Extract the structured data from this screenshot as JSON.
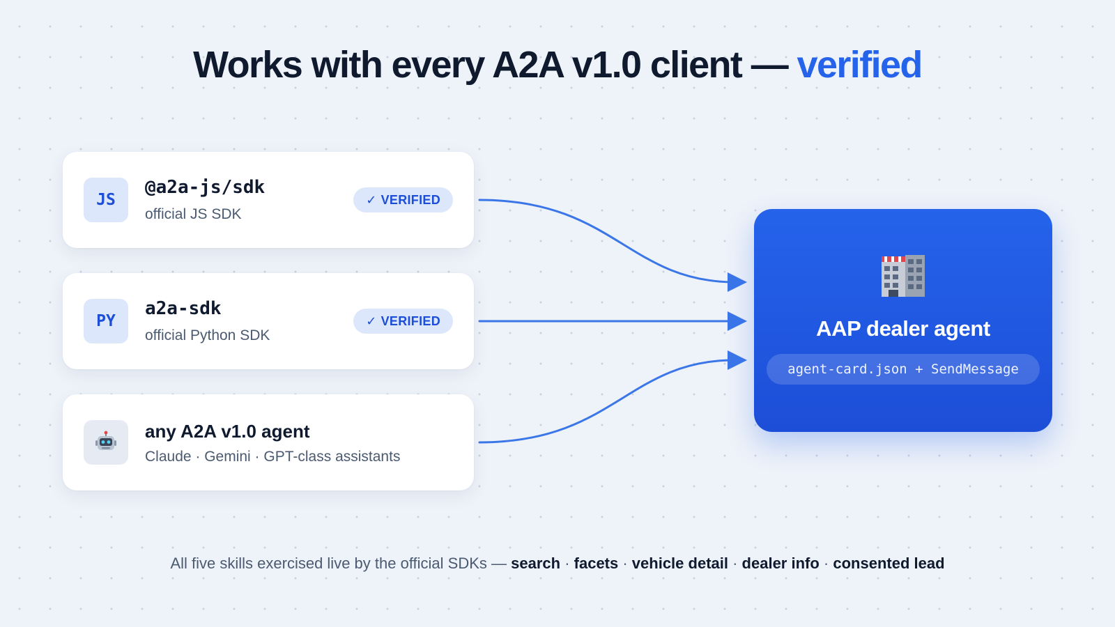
{
  "title": {
    "main": "Works with every A2A v1.0 client — ",
    "accent": "verified"
  },
  "clients": [
    {
      "icon_text": "JS",
      "name": "@a2a-js/sdk",
      "subtitle": "official JS SDK",
      "badge": "VERIFIED"
    },
    {
      "icon_text": "PY",
      "name": "a2a-sdk",
      "subtitle": "official Python SDK",
      "badge": "VERIFIED"
    },
    {
      "icon": "robot-icon",
      "name": "any A2A v1.0 agent",
      "subtitle": "Claude · Gemini · GPT-class assistants"
    }
  ],
  "target": {
    "icon": "office-building-icon",
    "title": "AAP dealer agent",
    "detail": "agent-card.json + SendMessage"
  },
  "footer": {
    "lead": "All five skills exercised live by the official SDKs — ",
    "skills": [
      "search",
      "facets",
      "vehicle detail",
      "dealer info",
      "consented lead"
    ],
    "separator": " · "
  },
  "colors": {
    "accent": "#2563eb",
    "accent_dark": "#1d4ed8",
    "badge_bg": "#dce7fb",
    "text_dark": "#0f1a2e",
    "text_muted": "#4b5a70",
    "background": "#eef2f9"
  }
}
